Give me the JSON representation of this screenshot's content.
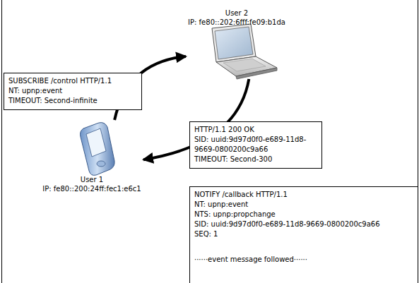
{
  "diagram": {
    "nodes": [
      {
        "text": [
          "User 2",
          "IP: fe80::202:6fff:fe09:b1da"
        ]
      },
      {
        "text": [
          "User 1",
          "IP: fe80::200:24ff:fec1:e6c1"
        ]
      },
      {
        "text": [
          "SUBSCRIBE /control HTTP/1.1",
          "NT: upnp:event",
          "TIMEOUT: Second-infinite"
        ]
      },
      {
        "text": [
          "HTTP/1.1 200 OK",
          "SID: uuid:9d97d0f0-e689-11d8-9669-0800200c9a66",
          "TIMEOUT: Second-300"
        ]
      },
      {
        "text": [
          "NOTIFY /callback HTTP/1.1",
          "NT: upnp:event",
          "NTS: upnp:propchange",
          "SID: uuid:9d97d0f0-e689-11d8-9669-0800200c9a66",
          "SEQ: 1",
          "······event message followed······"
        ]
      }
    ],
    "edges": [
      {
        "from": 1,
        "to": 0,
        "arrow": "to"
      },
      {
        "from": 0,
        "to": 1,
        "arrow": "to"
      }
    ]
  }
}
